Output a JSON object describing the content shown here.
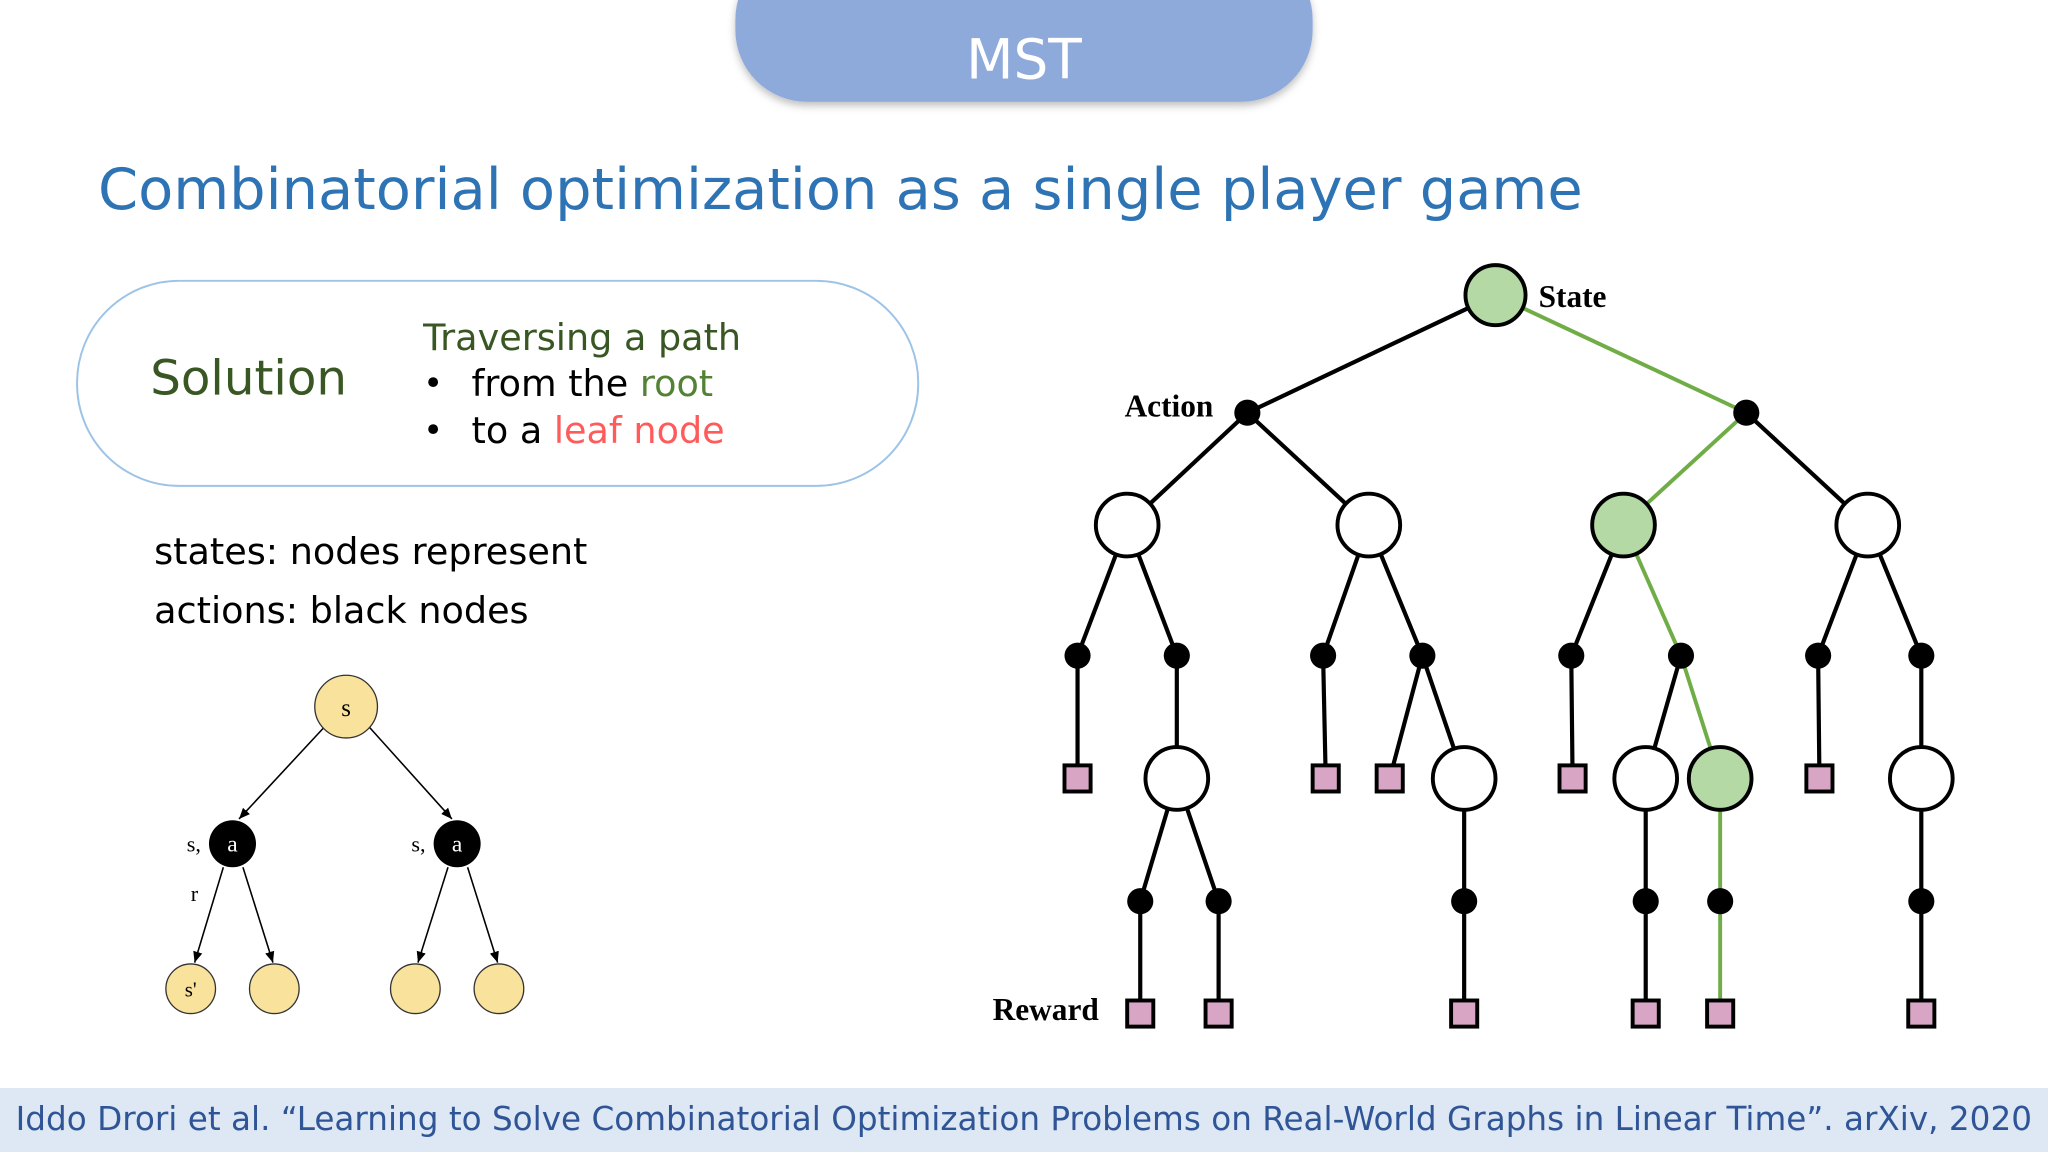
{
  "header": {
    "title": "MST",
    "color": "#8eaadb"
  },
  "slide": {
    "title": "Combinatorial optimization as a single player game"
  },
  "solution_box": {
    "label": "Solution",
    "heading": "Traversing a path",
    "bullets": [
      {
        "prefix": "from the ",
        "highlight": "root",
        "highlight_color": "#548235"
      },
      {
        "prefix": "to a ",
        "highlight": "leaf node",
        "highlight_color": "#ff5b5b"
      }
    ],
    "bullet_char": "•"
  },
  "definitions": [
    {
      "term": "states",
      "text": ": nodes represent"
    },
    {
      "term": "actions",
      "text": ": black nodes"
    }
  ],
  "small_tree": {
    "root": "s",
    "action": "a",
    "action_prefix": "s,",
    "reward": "r",
    "next_state": "s'"
  },
  "game_tree": {
    "state_label": "State",
    "action_label": "Action",
    "reward_label": "Reward",
    "path_color": "#70ad47",
    "path_node_color": "#b4d9a4",
    "reward_color": "#d8a5c4"
  },
  "footer": {
    "citation": "Iddo Drori et al. “Learning to Solve Combinatorial Optimization Problems on Real-World Graphs in Linear Time”. arXiv, 2020"
  }
}
